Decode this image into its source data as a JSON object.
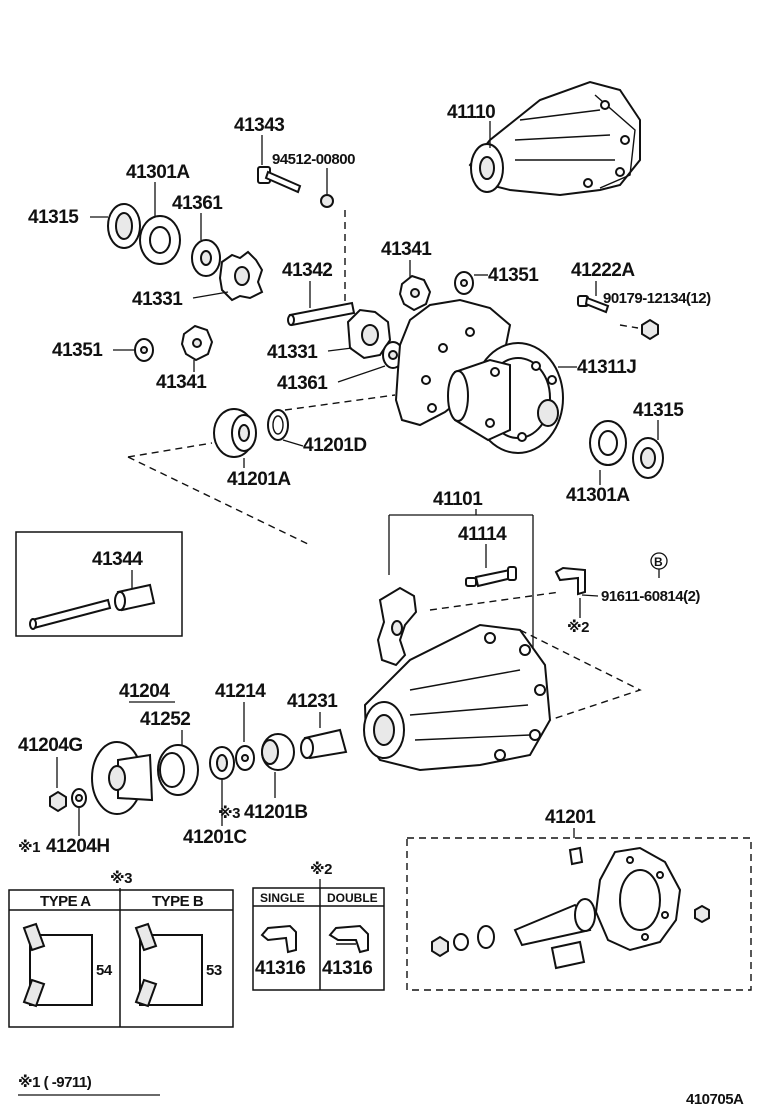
{
  "parts": {
    "p41110": "41110",
    "p41343": "41343",
    "p94512": "94512-00800",
    "p41301A_top": "41301A",
    "p41361_top": "41361",
    "p41315_top": "41315",
    "p41342": "41342",
    "p41341_top": "41341",
    "p41351_top": "41351",
    "p41222A": "41222A",
    "p90179": "90179-12134(12)",
    "p41331_top": "41331",
    "p41351_left": "41351",
    "p41331_mid": "41331",
    "p41341_left": "41341",
    "p41361_mid": "41361",
    "p41311J": "41311J",
    "p41315_right": "41315",
    "p41201D": "41201D",
    "p41201A": "41201A",
    "p41301A_right": "41301A",
    "p41101": "41101",
    "p41114": "41114",
    "p91611": "91611-60814(2)",
    "p41344": "41344",
    "p41204": "41204",
    "p41252": "41252",
    "p41214": "41214",
    "p41231": "41231",
    "p41204G": "41204G",
    "p41201B": "41201B",
    "p41204H": "41204H",
    "p41201C": "41201C",
    "p41201": "41201",
    "p41316_single": "41316",
    "p41316_double": "41316"
  },
  "marks": {
    "note1": "※1",
    "note2": "※2",
    "note3": "※3",
    "circle_b": "B",
    "note2_under_bracket": "※2"
  },
  "tables": {
    "type_a": "TYPE A",
    "type_b": "TYPE B",
    "dim_a": "54",
    "dim_b": "53",
    "single": "SINGLE",
    "double": "DOUBLE"
  },
  "footer": {
    "note": "※1 (      -9711)",
    "code": "410705A"
  }
}
